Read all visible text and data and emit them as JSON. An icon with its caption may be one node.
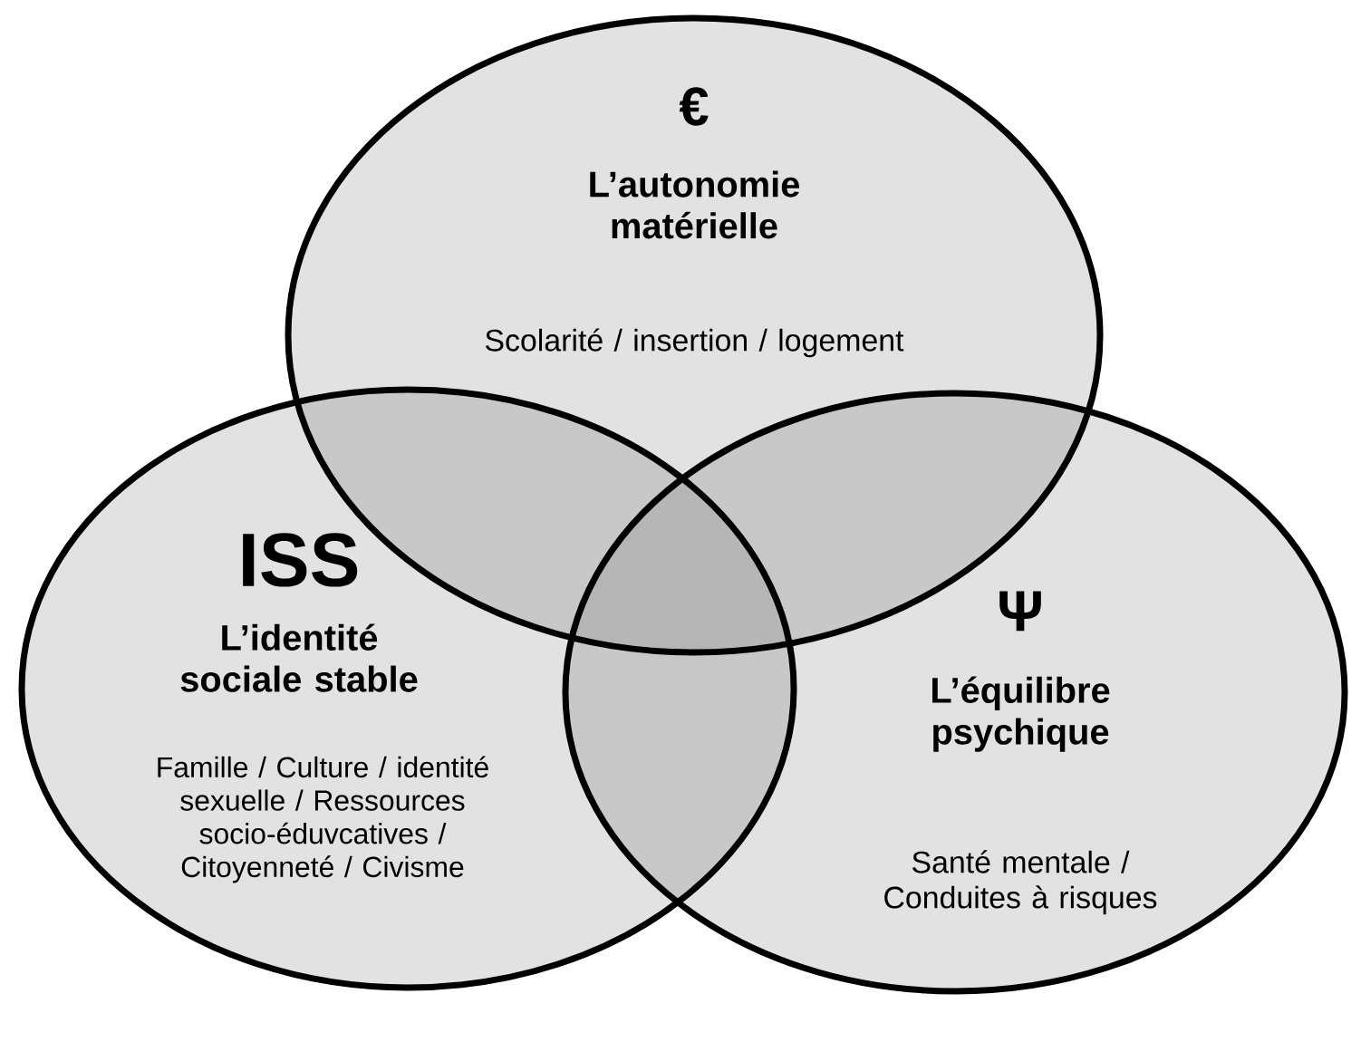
{
  "diagram": {
    "nodes": [
      {
        "text": [
          "€",
          "L’autonomie matérielle",
          "Scolarité / insertion / logement"
        ]
      },
      {
        "text": [
          "ISS",
          "L’identité sociale stable",
          "Famille / Culture / identité sexuelle / Ressources socio-éduvcatives / Citoyenneté / Civisme"
        ]
      },
      {
        "text": [
          "Ψ",
          "L’équilibre psychique",
          "Santé mentale / Conduites à risques"
        ]
      }
    ]
  }
}
